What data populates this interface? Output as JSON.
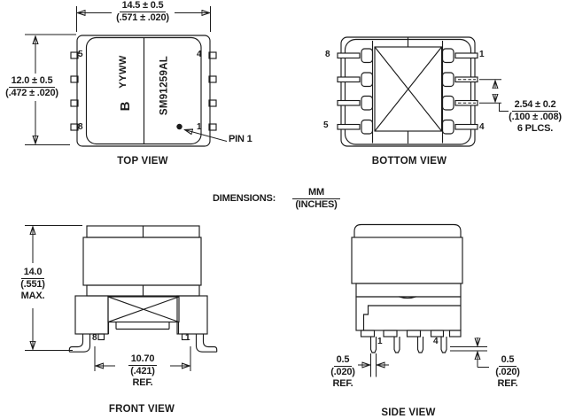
{
  "part": {
    "logo_letter": "B",
    "date_code": "YYWW",
    "part_number": "SM91259AL"
  },
  "views": {
    "top": {
      "label": "TOP VIEW",
      "pin_top_left": "5",
      "pin_top_right": "4",
      "pin_bottom_left": "8",
      "pin_bottom_right": "1",
      "pin1_callout": "PIN 1"
    },
    "bottom": {
      "label": "BOTTOM VIEW",
      "pin_top_left": "8",
      "pin_top_right": "1",
      "pin_bottom_left": "5",
      "pin_bottom_right": "4"
    },
    "front": {
      "label": "FRONT VIEW",
      "pin_left": "8",
      "pin_right": "1"
    },
    "side": {
      "label": "SIDE VIEW",
      "pin_left": "1",
      "pin_right": "4"
    }
  },
  "dims": {
    "body_width_mm": "14.5 ± 0.5",
    "body_width_in": "(.571 ± .020)",
    "body_height_mm": "12.0 ± 0.5",
    "body_height_in": "(.472 ± .020)",
    "pin_pitch_mm": "2.54 ± 0.2",
    "pin_pitch_in": "(.100 ± .008)",
    "pin_pitch_note": "6 PLCS.",
    "overall_height_mm": "14.0",
    "overall_height_in": "(.551)",
    "overall_height_note": "MAX.",
    "lead_span_mm": "10.70",
    "lead_span_in": "(.421)",
    "lead_span_note": "REF.",
    "lead_thickness_mm": "0.5",
    "lead_thickness_in": "(.020)",
    "lead_thickness_note": "REF.",
    "standoff_mm": "0.5",
    "standoff_in": "(.020)",
    "standoff_note": "REF."
  },
  "units": {
    "label": "DIMENSIONS:",
    "numerator": "MM",
    "denominator": "(INCHES)"
  }
}
